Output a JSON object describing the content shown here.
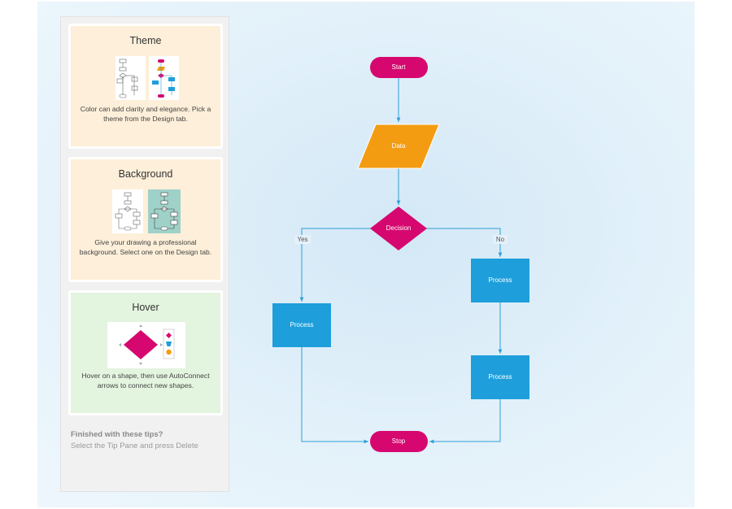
{
  "tips": {
    "theme": {
      "title": "Theme",
      "text_line1": "Color can add clarity and elegance. Pick a",
      "text_line2": "theme from the Design tab."
    },
    "background": {
      "title": "Background",
      "text_line1": "Give your drawing a professional",
      "text_line2": "background. Select one on the Design tab."
    },
    "hover": {
      "title": "Hover",
      "text_line1": "Hover on a shape, then use AutoConnect",
      "text_line2": "arrows to connect new shapes."
    },
    "footer": {
      "title": "Finished with these tips?",
      "text": "Select the Tip Pane and press Delete"
    }
  },
  "flowchart": {
    "start": "Start",
    "data": "Data",
    "decision": "Decision",
    "yes": "Yes",
    "no": "No",
    "process_left": "Process",
    "process_right_top": "Process",
    "process_right_bottom": "Process",
    "stop": "Stop"
  },
  "colors": {
    "terminator": "#d6086f",
    "data": "#f39c12",
    "decision": "#d6086f",
    "process": "#1e9fdb",
    "connector": "#2f9fd6",
    "background_teal": "#9fd1c9"
  }
}
